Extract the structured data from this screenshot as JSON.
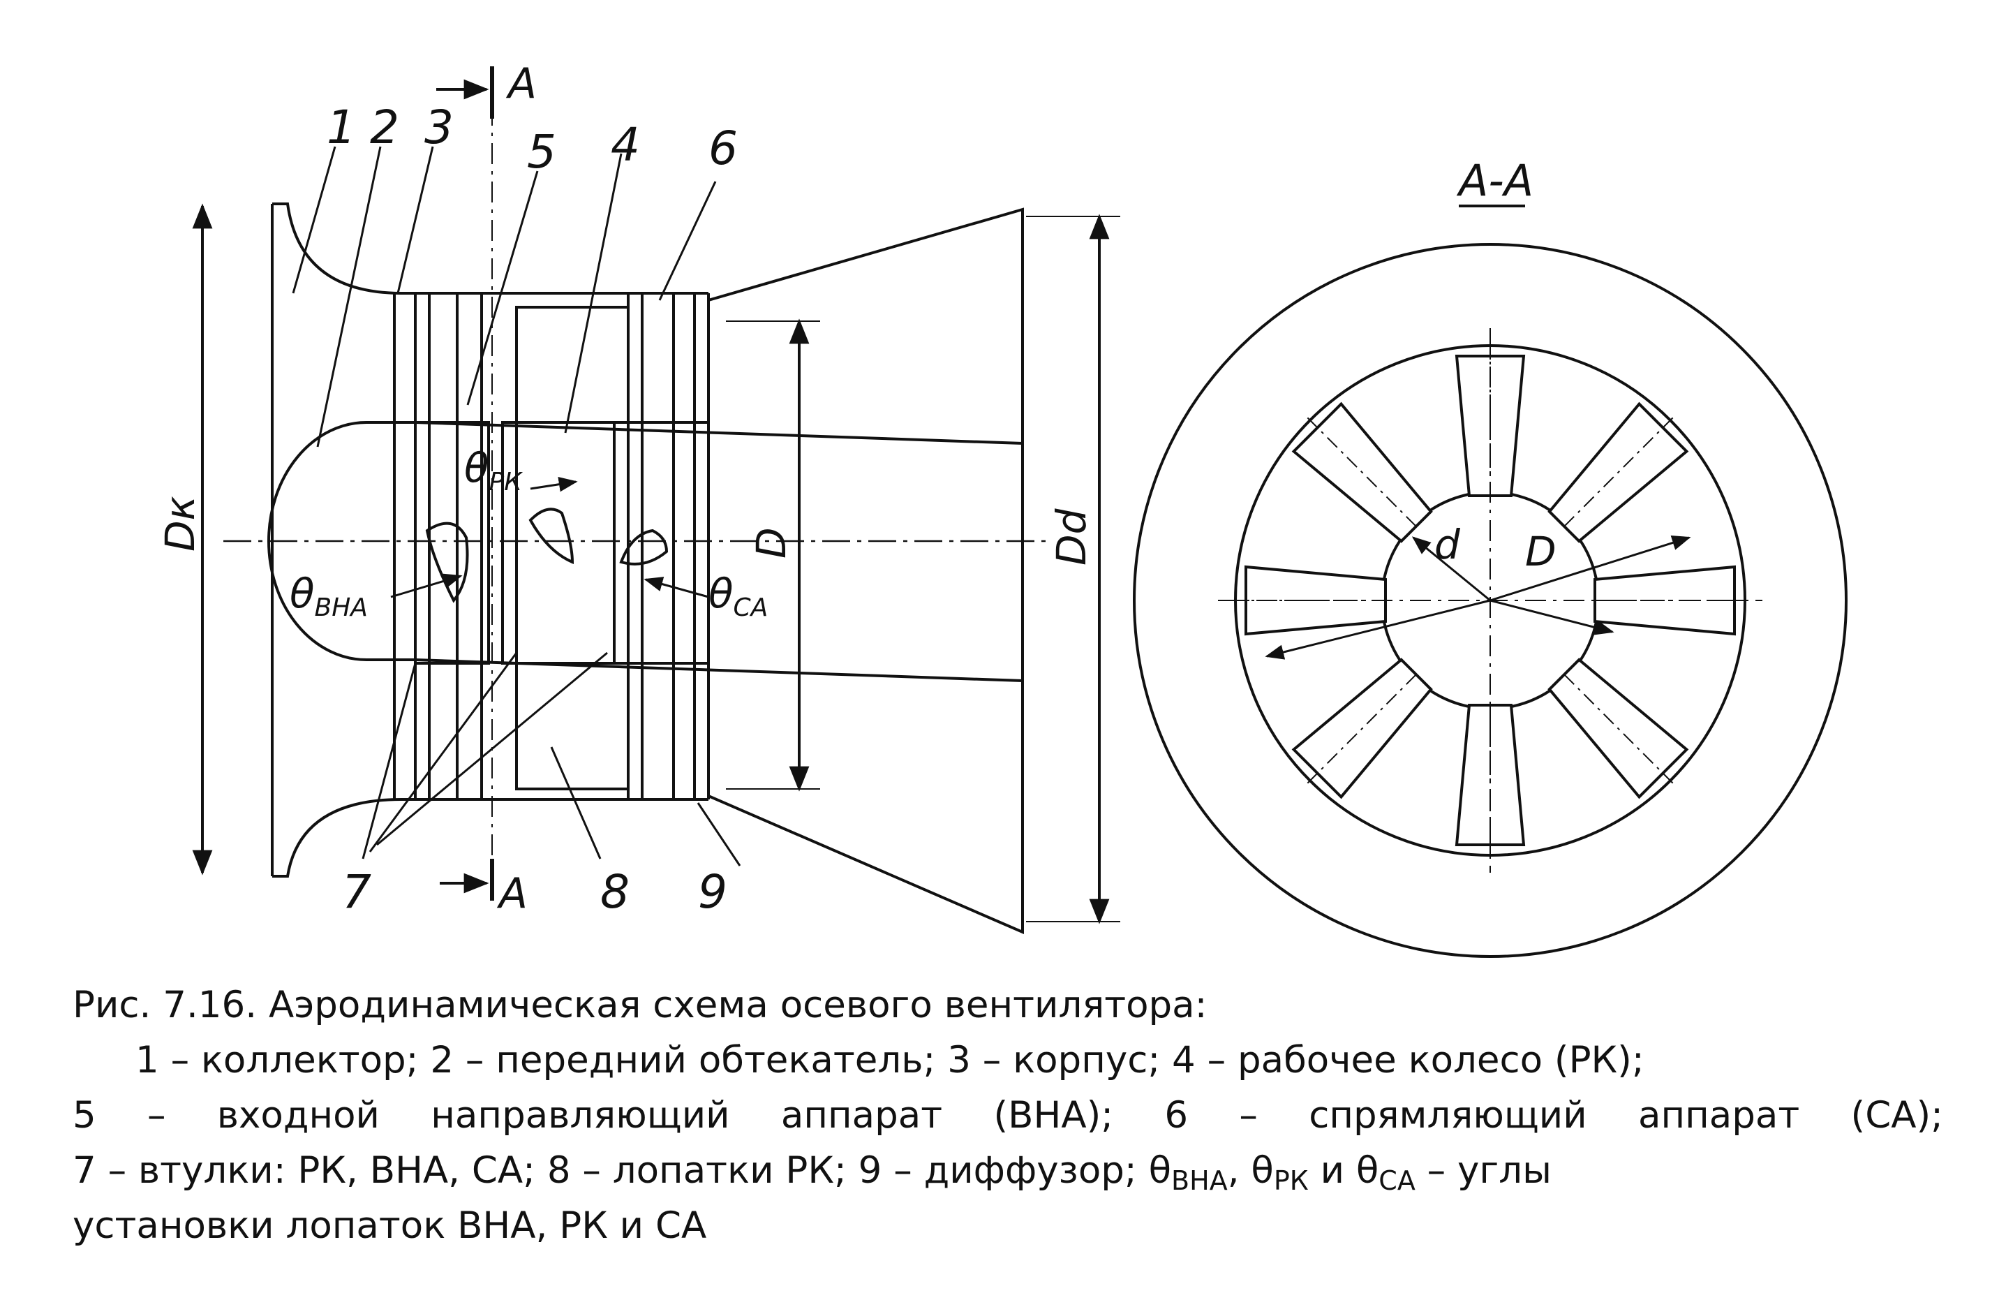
{
  "labels": {
    "n1": "1",
    "n2": "2",
    "n3": "3",
    "n4": "4",
    "n5": "5",
    "n6": "6",
    "n7": "7",
    "n8": "8",
    "n9": "9",
    "section_mark": "A",
    "section_title": "А-А",
    "dk": "Dк",
    "dd": "Dd",
    "d_outer": "D",
    "d_section": "D",
    "d_hub": "d",
    "theta": "θ",
    "sub_rk": "РК",
    "sub_vna": "ВНА",
    "sub_ca": "СА"
  },
  "caption": {
    "title": "Рис. 7.16. Аэродинамическая схема осевого вентилятора:",
    "line2": "1 – коллектор; 2 – передний обтекатель; 3 – корпус; 4 – рабочее колесо (РК);",
    "line3": "5 – входной направляющий аппарат (ВНА); 6 – спрямляющий аппарат (СА);",
    "line4_a": "7 – втулки: РК, ВНА, СА; 8 – лопатки РК; 9 – диффузор; θ",
    "line4_sub1": "ВНА",
    "line4_b": ", θ",
    "line4_sub2": "РК",
    "line4_c": " и θ",
    "line4_sub3": "СА",
    "line4_d": " – углы",
    "line5": "установки лопаток ВНА, РК и СА"
  }
}
